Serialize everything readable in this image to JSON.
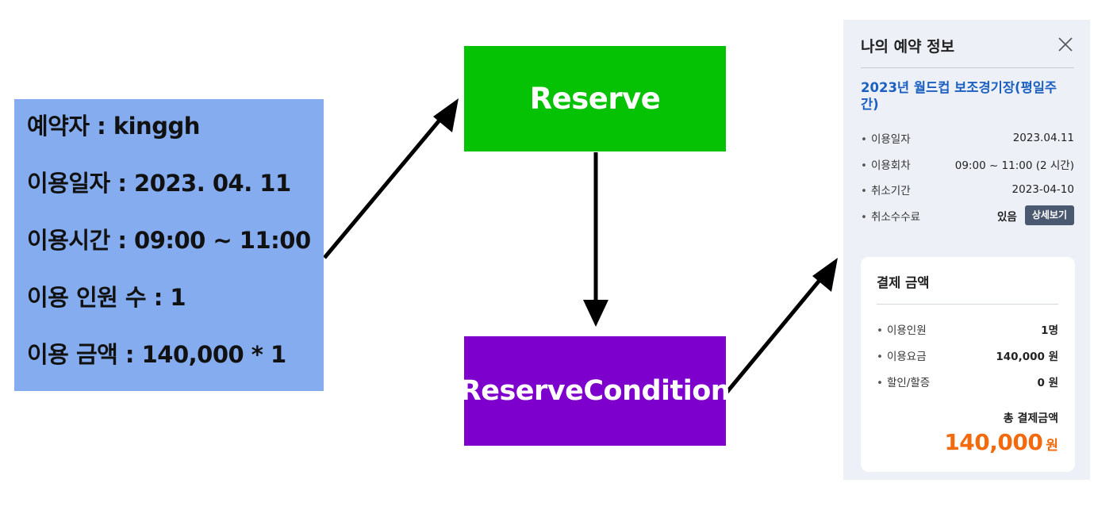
{
  "info_box": {
    "lines": [
      "예약자 : kinggh",
      "이용일자 : 2023. 04. 11",
      "이용시간 : 09:00 ~ 11:00",
      "이용 인원 수 : 1",
      "이용 금액 : 140,000 * 1"
    ],
    "color": "#84acee"
  },
  "nodes": {
    "reserve": {
      "label": "Reserve",
      "color": "#05c205"
    },
    "condition": {
      "label": "ReserveCondition",
      "color": "#7e00cd"
    }
  },
  "panel": {
    "title": "나의 예약 정보",
    "event_title": "2023년 월드컵 보조경기장(평일주간)",
    "rows": [
      {
        "label": "이용일자",
        "value": "2023.04.11"
      },
      {
        "label": "이용회차",
        "value": "09:00 ~ 11:00 (2 시간)"
      },
      {
        "label": "취소기간",
        "value": "2023-04-10"
      },
      {
        "label": "취소수수료",
        "value": "있음",
        "button": "상세보기"
      }
    ],
    "payment": {
      "title": "결제 금액",
      "rows": [
        {
          "label": "이용인원",
          "value": "1명"
        },
        {
          "label": "이용요금",
          "value": "140,000 원"
        },
        {
          "label": "할인/할증",
          "value": "0 원"
        }
      ],
      "total_label": "총 결제금액",
      "total_amount": "140,000",
      "total_unit": "원"
    },
    "accent_color": "#1b5fc1",
    "total_color": "#f26a0d"
  }
}
